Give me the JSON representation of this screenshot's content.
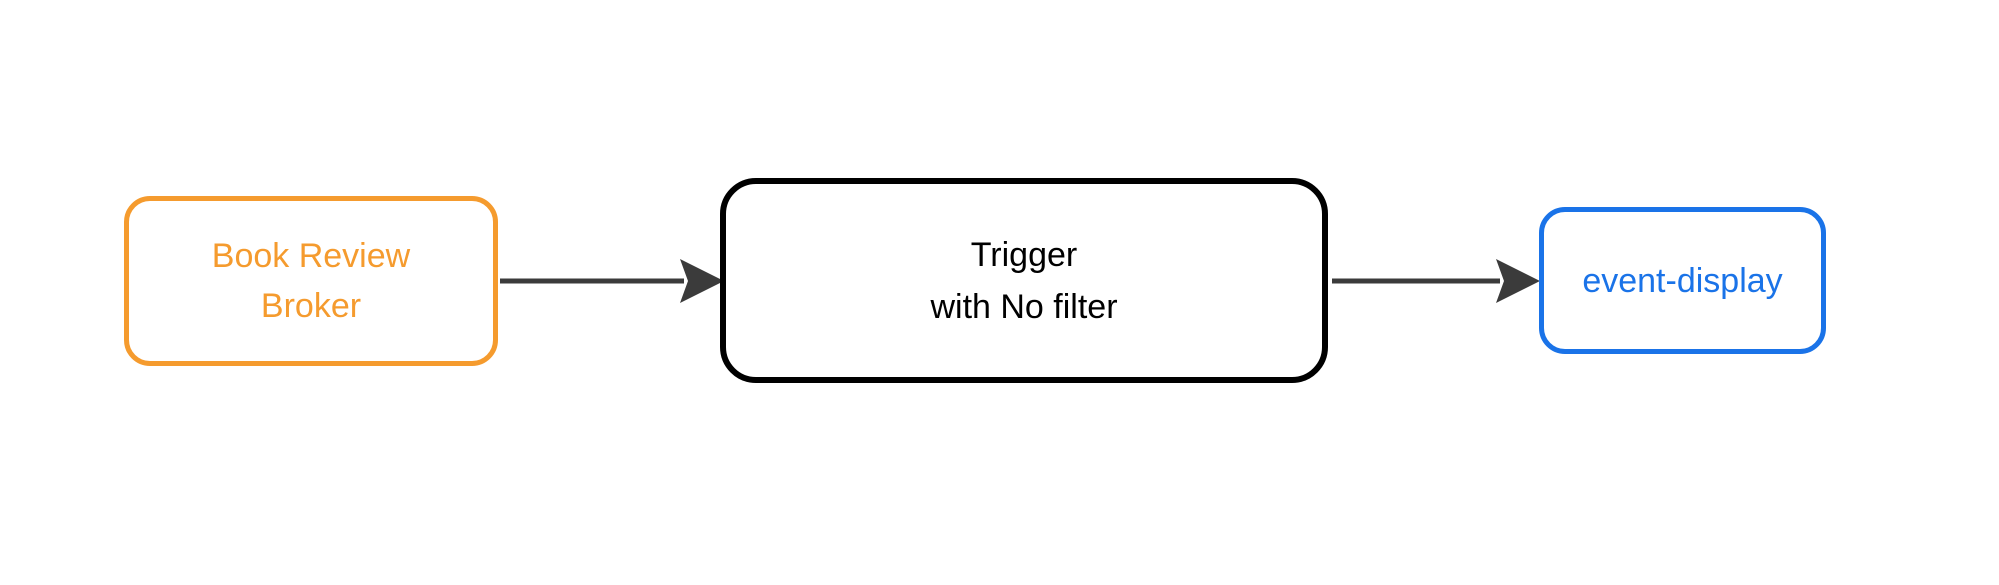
{
  "colors": {
    "background": "#ffffff",
    "broker_color": "#f59b2e",
    "trigger_color": "#000000",
    "service_color": "#1a73e8",
    "arrow_color": "#3b3b3b"
  },
  "nodes": {
    "broker": {
      "line1": "Book Review",
      "line2": "Broker"
    },
    "trigger": {
      "line1": "Trigger",
      "line2": "with No filter"
    },
    "event_display": {
      "label": "event-display"
    }
  },
  "edges": [
    {
      "from": "broker",
      "to": "trigger"
    },
    {
      "from": "trigger",
      "to": "event_display"
    }
  ]
}
